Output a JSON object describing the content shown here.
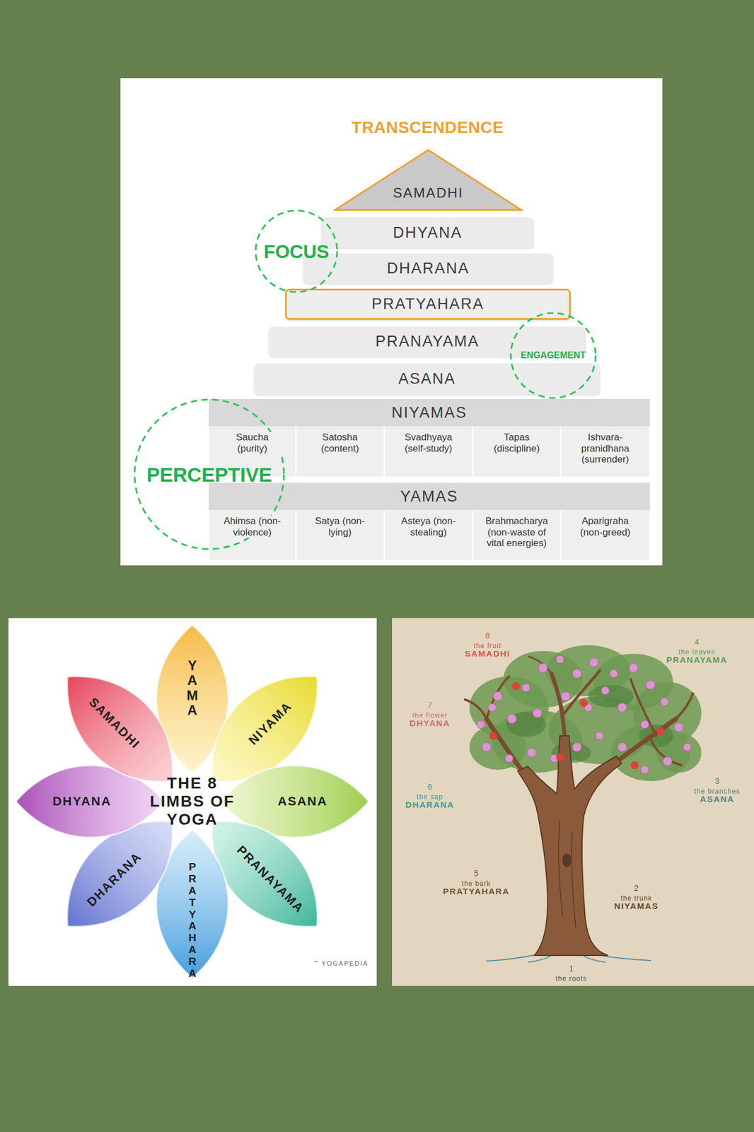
{
  "diagram": {
    "nodes": [
      {
        "text": [
          "SAMADHI"
        ]
      },
      {
        "text": [
          "FOCUS"
        ]
      },
      {
        "text": [
          "DHYANA"
        ]
      },
      {
        "text": [
          "DHARANA"
        ]
      },
      {
        "text": [
          "PRATYAHARA"
        ]
      },
      {
        "text": [
          "PRANAYAMA"
        ]
      },
      {
        "text": [
          "ENGAGEMENT"
        ]
      },
      {
        "text": [
          "ASANA"
        ]
      },
      {
        "text": [
          "NIYAMAS"
        ]
      },
      {
        "text": [
          "Saucha (purity)"
        ]
      },
      {
        "text": [
          "Satosha (content)"
        ]
      },
      {
        "text": [
          "Svadhyaya (self-study)"
        ]
      },
      {
        "text": [
          "Tapas (discipline)"
        ]
      },
      {
        "text": [
          "Ishvara-pranidhana (surrender)"
        ]
      },
      {
        "text": [
          "PERCEPTIVE"
        ]
      },
      {
        "text": [
          "YAMAS"
        ]
      },
      {
        "text": [
          "Ahimsa (non-violence)"
        ]
      },
      {
        "text": [
          "Satya (non-lying)"
        ]
      },
      {
        "text": [
          "Asteya (non-stealing)"
        ]
      },
      {
        "text": [
          "Brahmacharya (non-waste of vital energies)"
        ]
      },
      {
        "text": [
          "Aparigraha (non-greed)"
        ]
      },
      {
        "text": [
          "YAMA"
        ]
      },
      {
        "text": [
          "NIYAMA"
        ]
      },
      {
        "text": [
          "ASANA"
        ]
      },
      {
        "text": [
          "PRANAYAMA"
        ]
      },
      {
        "text": [
          "PRATYAHARA"
        ]
      },
      {
        "text": [
          "DHARANA"
        ]
      },
      {
        "text": [
          "DHYANA"
        ]
      },
      {
        "text": [
          "SAMADHI"
        ]
      }
    ],
    "labels": [
      "TRANSCENDENCE",
      "THE 8 LIMBS OF YOGA",
      "YOGAPEDIA",
      "8",
      "the fruit",
      "SAMADHI",
      "4",
      "the leaves",
      "PRANAYAMA",
      "7",
      "the flower",
      "DHYANA",
      "3",
      "the branches",
      "ASANA",
      "6",
      "the sap",
      "DHARANA",
      "5",
      "the bark",
      "PRATYAHARA",
      "2",
      "the trunk",
      "NIYAMAS",
      "1",
      "the roots"
    ]
  }
}
